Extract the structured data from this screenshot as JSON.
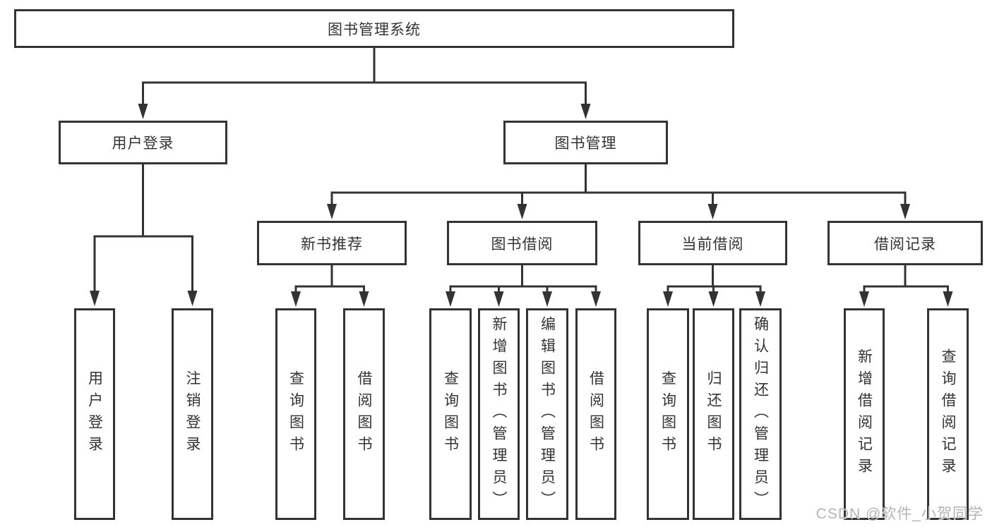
{
  "diagram_title": "图书管理系统",
  "tree": {
    "label": "图书管理系统",
    "children": [
      {
        "label": "用户登录",
        "children": [
          {
            "label": "用户登录"
          },
          {
            "label": "注销登录"
          }
        ]
      },
      {
        "label": "图书管理",
        "children": [
          {
            "label": "新书推荐",
            "children": [
              {
                "label": "查询图书"
              },
              {
                "label": "借阅图书"
              }
            ]
          },
          {
            "label": "图书借阅",
            "children": [
              {
                "label": "查询图书"
              },
              {
                "label": "新增图书（管理员）"
              },
              {
                "label": "编辑图书（管理员）"
              },
              {
                "label": "借阅图书"
              }
            ]
          },
          {
            "label": "当前借阅",
            "children": [
              {
                "label": "查询图书"
              },
              {
                "label": "归还图书"
              },
              {
                "label": "确认归还（管理员）"
              }
            ]
          },
          {
            "label": "借阅记录",
            "children": [
              {
                "label": "新增借阅记录"
              },
              {
                "label": "查询借阅记录"
              }
            ]
          }
        ]
      }
    ]
  },
  "colors": {
    "line": "#333333",
    "text": "#333333",
    "background": "#ffffff",
    "watermark": "#b4b4b4"
  },
  "watermark": "CSDN @软件_小贺同学"
}
